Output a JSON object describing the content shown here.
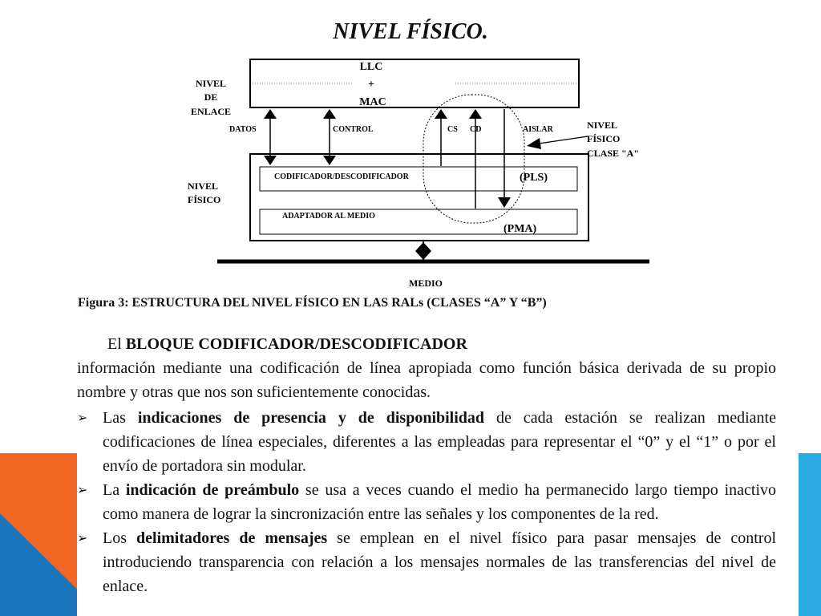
{
  "colors": {
    "orange": "#F26522",
    "blue": "#29ABE2",
    "dark_blue": "#1B75BB"
  },
  "slide": {
    "title": "NIVEL FÍSICO."
  },
  "diagram": {
    "top_box": [
      "LLC",
      "+",
      "MAC"
    ],
    "nivel_enlace": [
      "NIVEL",
      "DE",
      "ENLACE"
    ],
    "signals": {
      "datos": "DATOS",
      "control": "CONTROL",
      "cs": "CS",
      "cd": "CD",
      "aislar": "AISLAR"
    },
    "nivel_fisico_clase": [
      "NIVEL",
      "FÍSICO",
      "CLASE \"A\""
    ],
    "nivel_fisico": [
      "NIVEL",
      "FÍSICO"
    ],
    "codificador": "CODIFICADOR/DESCODIFICADOR",
    "pls": "(PLS)",
    "adaptador": "ADAPTADOR AL MEDIO",
    "pma": "(PMA)",
    "medio": "MEDIO"
  },
  "caption": "Figura 3: ESTRUCTURA DEL NIVEL FÍSICO EN LAS RALs (CLASES “A” Y “B”)",
  "intro": {
    "prefix": "El ",
    "bold": "BLOQUE CODIFICADOR/DESCODIFICADOR",
    "rest": "información mediante una codificación de línea apropiada como función básica derivada de su propio nombre y otras que nos son suficientemente conocidas."
  },
  "bullets": [
    {
      "prefix": "Las ",
      "bold": "indicaciones de presencia y de disponibilidad",
      "rest": " de cada estación se realizan mediante codificaciones de línea especiales, diferentes a las empleadas para representar el “0” y el “1” o por el envío de portadora sin modular."
    },
    {
      "prefix": "La ",
      "bold": "indicación de preámbulo",
      "rest": " se usa a veces cuando el medio ha permanecido largo tiempo inactivo como manera de lograr la sincronización entre las señales y los componentes de la red."
    },
    {
      "prefix": "Los ",
      "bold": "delimitadores de mensajes",
      "rest": " se emplean en el nivel físico para pasar mensajes de control introduciendo transparencia con relación a los mensajes normales de las transferencias del nivel de enlace."
    }
  ],
  "bullet_icon": "arrow-bullet-icon"
}
